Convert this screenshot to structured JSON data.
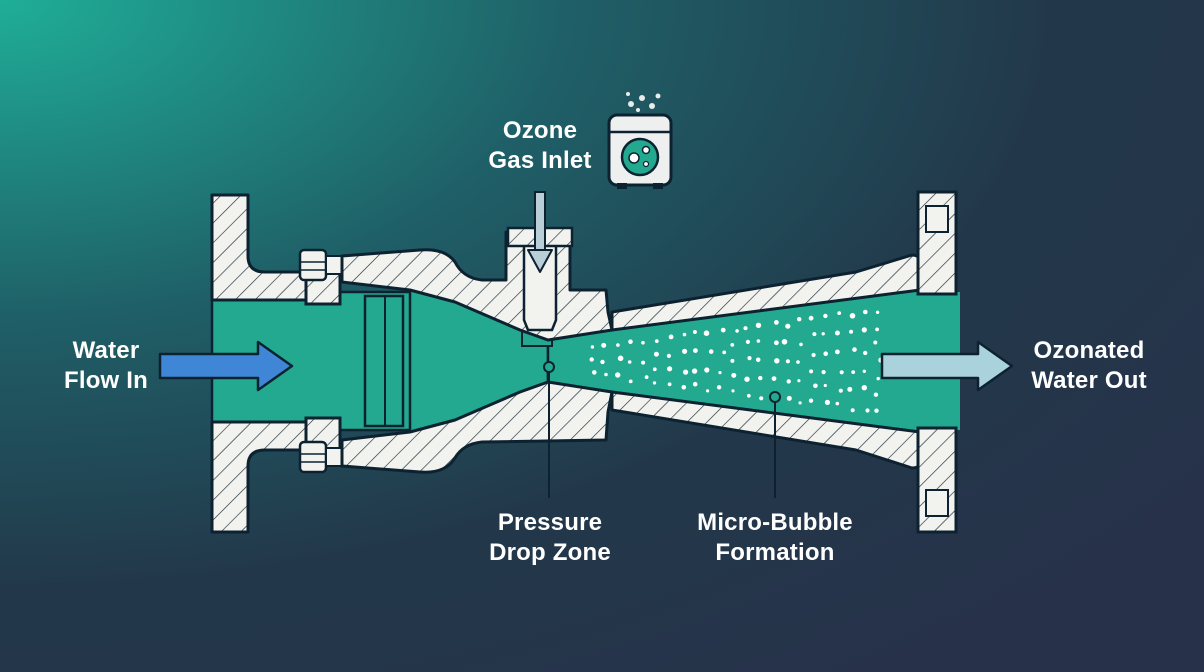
{
  "diagram": {
    "labels": {
      "water_in": [
        "Water",
        "Flow In"
      ],
      "ozone_inlet": [
        "Ozone",
        "Gas Inlet"
      ],
      "water_out": [
        "Ozonated",
        "Water Out"
      ],
      "pressure_drop": [
        "Pressure",
        "Drop Zone"
      ],
      "micro_bubble": [
        "Micro-Bubble",
        "Formation"
      ]
    },
    "icons": [
      "ozone-generator-icon",
      "flow-in-arrow",
      "flow-out-arrow",
      "gas-down-arrow"
    ],
    "colors": {
      "background_dark": "#22384a",
      "background_accent": "#1fae98",
      "body_fill": "#f2f2ef",
      "outline": "#0d2230",
      "fluid": "#22a98f",
      "arrow_in": "#3f86d6",
      "arrow_out": "#a9d2dc",
      "gas_arrow": "#b9ced6"
    }
  }
}
